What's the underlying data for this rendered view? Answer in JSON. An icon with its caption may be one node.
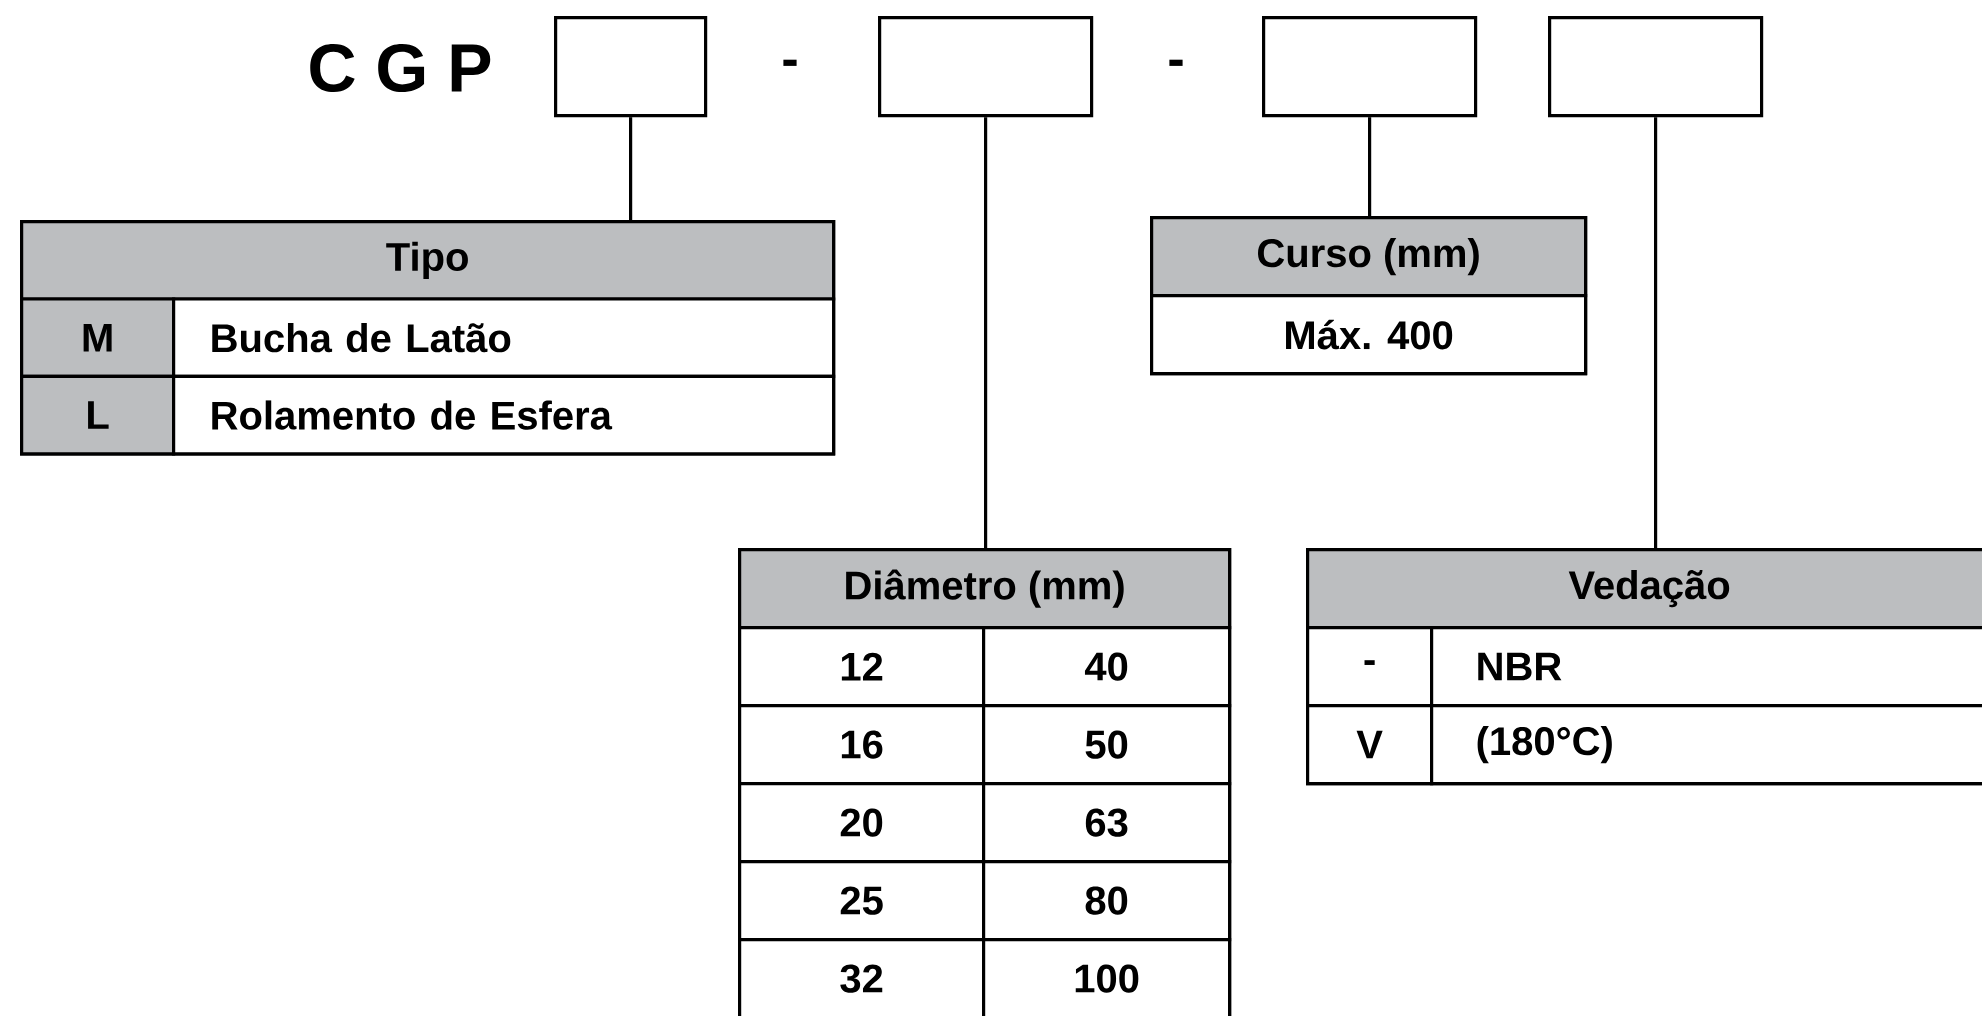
{
  "diagram": {
    "nodes": [
      {
        "text": [],
        "shape": "box"
      },
      {
        "text": [],
        "shape": "box"
      },
      {
        "text": [],
        "shape": "box"
      },
      {
        "text": [],
        "shape": "box"
      },
      {
        "text": [
          "Tipo",
          "M",
          "Bucha de Latão",
          "L",
          "Rolamento de Esfera"
        ]
      },
      {
        "text": [
          "Curso (mm)",
          "Máx. 400"
        ]
      },
      {
        "text": [
          "Diâmetro (mm)",
          "12",
          "40",
          "16",
          "50",
          "20",
          "63",
          "25",
          "80",
          "32",
          "100"
        ]
      },
      {
        "text": [
          "Vedação",
          "-",
          "NBR",
          "V",
          "(180°C)"
        ]
      }
    ],
    "edges": [
      {
        "from": 0,
        "to": 4,
        "arrow": "none"
      },
      {
        "from": 1,
        "to": 6,
        "arrow": "none"
      },
      {
        "from": 2,
        "to": 5,
        "arrow": "none"
      },
      {
        "from": 3,
        "to": 7,
        "arrow": "none"
      }
    ],
    "labels": [
      "C G P",
      "-",
      "-"
    ]
  }
}
